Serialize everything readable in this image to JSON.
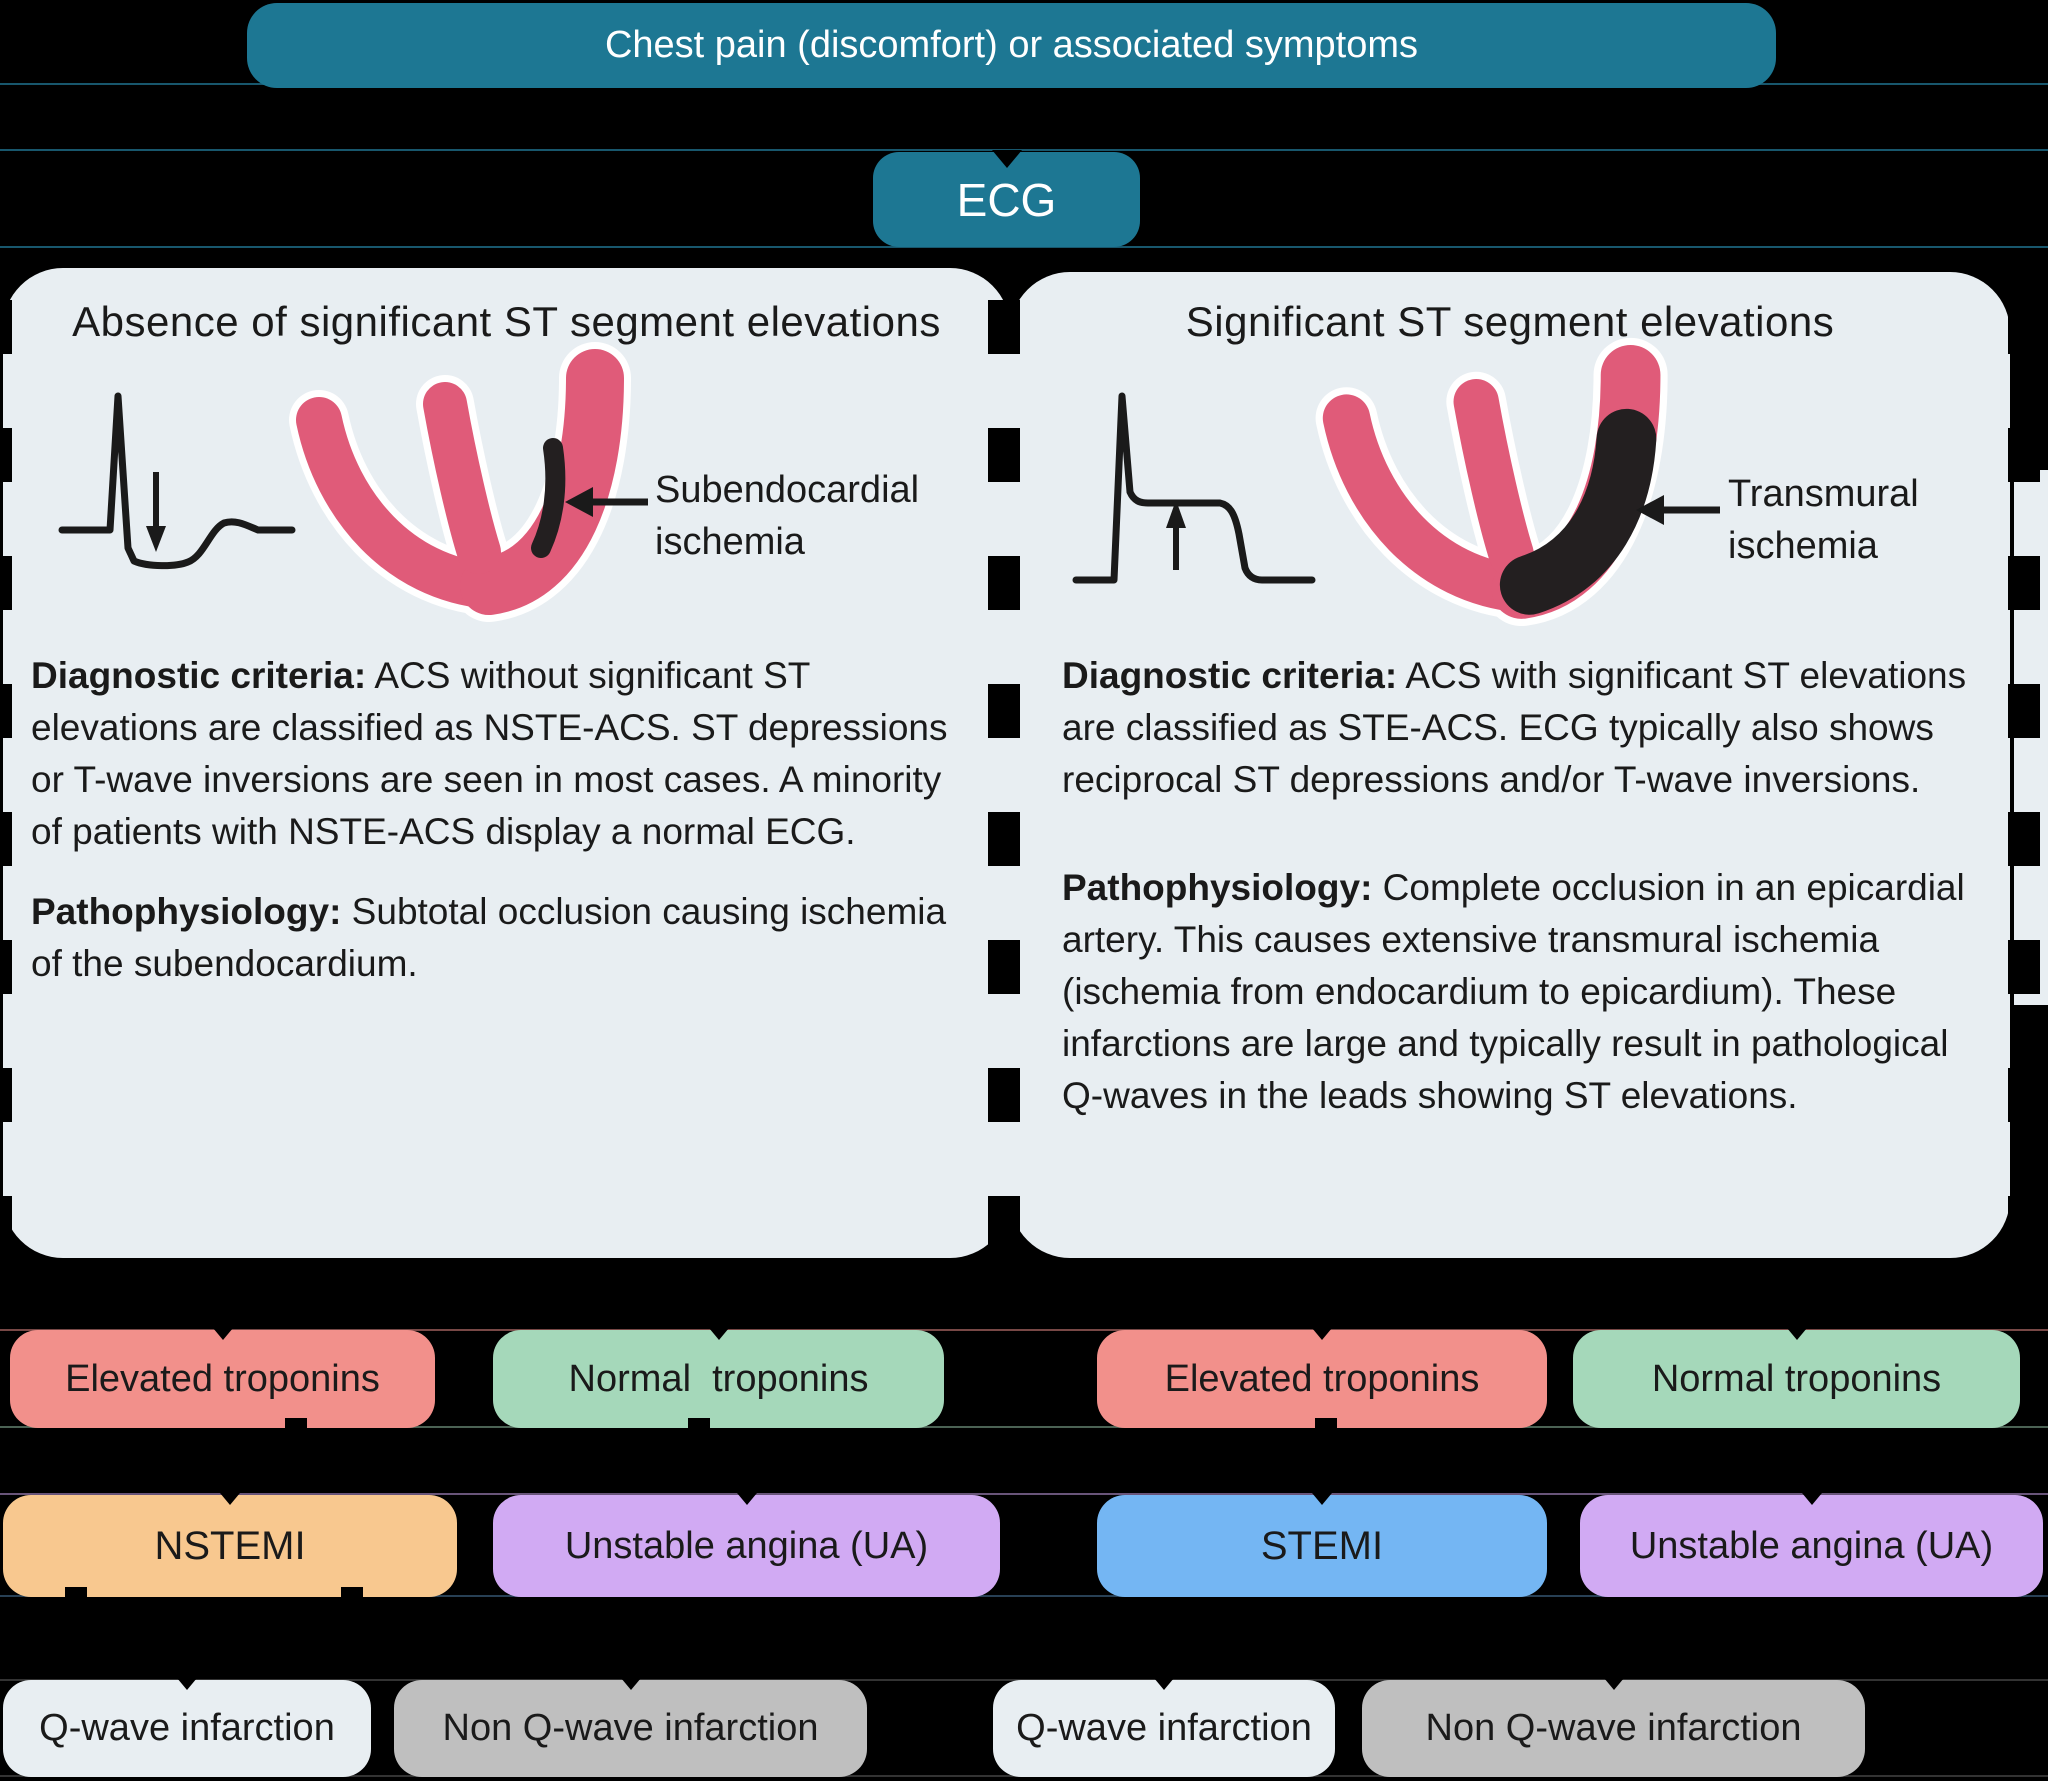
{
  "flow": {
    "chest_pain_label": "Chest pain (discomfort) or associated symptoms",
    "ecg_label": "ECG"
  },
  "left_panel": {
    "header": "Absence of significant ST segment elevations",
    "ischemia_label_line1": "Subendocardial",
    "ischemia_label_line2": "ischemia",
    "diagnostic_label": "Diagnostic criteria:",
    "diagnostic_text": " ACS without significant ST elevations are classified as NSTE-ACS. ST depressions or T-wave inversions are seen in most cases. A minority of patients with NSTE-ACS display a normal ECG.",
    "patho_label": "Pathophysiology:",
    "patho_text": " Subtotal occlusion causing ischemia of the subendocardium."
  },
  "right_panel": {
    "header": "Significant ST segment elevations",
    "ischemia_label_line1": "Transmural",
    "ischemia_label_line2": "ischemia",
    "diagnostic_label": "Diagnostic criteria:",
    "diagnostic_text": " ACS with significant ST elevations are classified as STE-ACS. ECG typically also shows reciprocal ST depressions and/or T-wave inversions.",
    "patho_label": "Pathophysiology:",
    "patho_text": " Complete occlusion in an epicardial artery. This causes extensive transmural ischemia (ischemia from endocardium to epicardium). These infarctions are large and typically result in pathological Q-waves in the leads showing ST elevations."
  },
  "rows": {
    "troponin": [
      {
        "label": "Elevated troponins",
        "color": "#f2908b"
      },
      {
        "label": "Normal  troponins",
        "color": "#a5d8ba"
      },
      {
        "label": "Elevated troponins",
        "color": "#f2908b"
      },
      {
        "label": "Normal troponins",
        "color": "#a5d8ba"
      }
    ],
    "diagnosis": [
      {
        "label": "NSTEMI",
        "color": "#f8c88f"
      },
      {
        "label": "Unstable angina (UA)",
        "color": "#d1aaf3"
      },
      {
        "label": "STEMI",
        "color": "#74b6f3"
      },
      {
        "label": "Unstable angina (UA)",
        "color": "#d1aaf3"
      }
    ],
    "qwave": [
      {
        "label": "Q-wave infarction",
        "color": "#e8eef2"
      },
      {
        "label": "Non Q-wave infarction",
        "color": "#bfbfbf"
      },
      {
        "label": "Q-wave infarction",
        "color": "#e8eef2"
      },
      {
        "label": "Non Q-wave infarction",
        "color": "#bfbfbf"
      }
    ]
  },
  "colors": {
    "background": "#000000",
    "teal_box": "#1d7793",
    "panel": "#e8eef2",
    "heart_pink": "#e05b79",
    "ischemia_black": "#231f20",
    "ink": "#1a1a1a"
  }
}
